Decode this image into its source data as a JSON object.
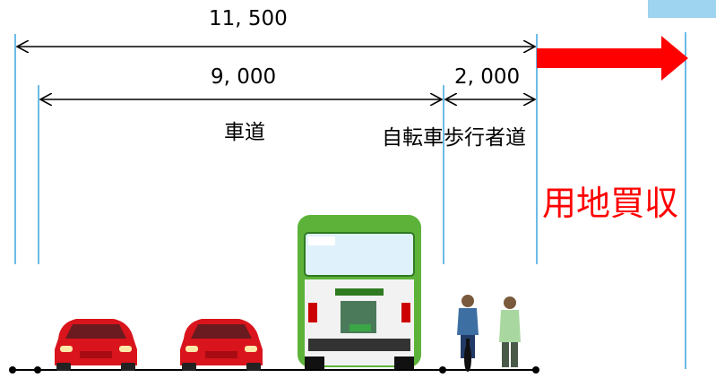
{
  "dimensions": {
    "total": "11, 500",
    "roadway": "9, 000",
    "bike_ped": "2, 000"
  },
  "labels": {
    "roadway": "車道",
    "bike_ped": "自転車歩行者道",
    "land_acquisition": "用地買収"
  },
  "colors": {
    "guide_line": "#3aa6e0",
    "arrow_red": "#ff0000",
    "dimension_line": "#000000",
    "bus_green": "#5db33a",
    "car_red": "#d9141c"
  },
  "icons": [
    "car-icon",
    "car-icon",
    "bus-icon",
    "cyclist-icon",
    "pedestrian-icon",
    "red-arrow-icon"
  ]
}
